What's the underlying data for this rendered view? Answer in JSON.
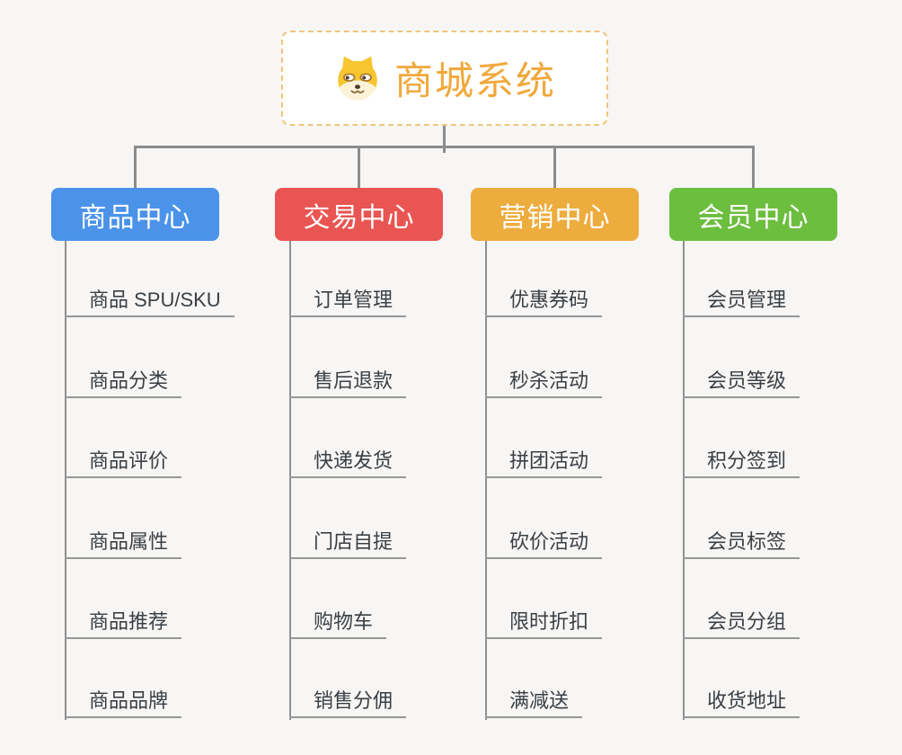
{
  "page": {
    "background_color": "#F7F6F4",
    "connector_color": "#8C8C8C"
  },
  "root": {
    "label": "商城系统",
    "icon": "dog-face-icon",
    "text_color": "#F1A83B",
    "border_color": "#F0C57C",
    "background_color": "#FFFFFF"
  },
  "branches": [
    {
      "label": "商品中心",
      "color": "#4B93E9",
      "children": [
        "商品 SPU/SKU",
        "商品分类",
        "商品评价",
        "商品属性",
        "商品推荐",
        "商品品牌"
      ]
    },
    {
      "label": "交易中心",
      "color": "#E85552",
      "children": [
        "订单管理",
        "售后退款",
        "快递发货",
        "门店自提",
        "购物车",
        "销售分佣"
      ]
    },
    {
      "label": "营销中心",
      "color": "#EDAC3E",
      "children": [
        "优惠券码",
        "秒杀活动",
        "拼团活动",
        "砍价活动",
        "限时折扣",
        "满减送"
      ]
    },
    {
      "label": "会员中心",
      "color": "#6CBE3F",
      "children": [
        "会员管理",
        "会员等级",
        "积分签到",
        "会员标签",
        "会员分组",
        "收货地址"
      ]
    }
  ]
}
